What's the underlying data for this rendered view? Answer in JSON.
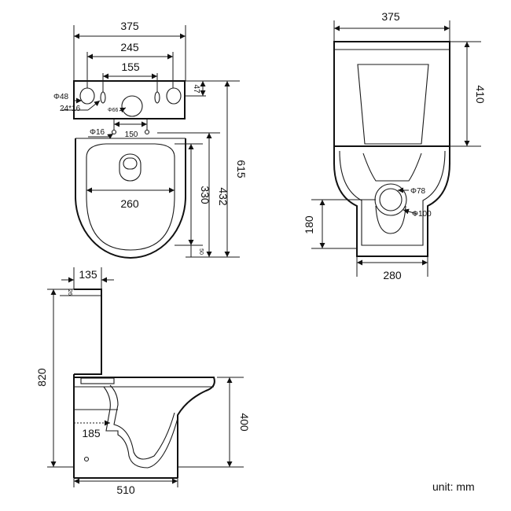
{
  "top_view": {
    "width_375": "375",
    "spacing_245": "245",
    "spacing_155": "155",
    "hole_48": "Φ48",
    "slot_24x16": "24*16",
    "hole_66": "Φ66",
    "depth_47": "47",
    "hole_16": "Φ16",
    "offset_150": "150",
    "length_615": "615",
    "length_432": "432",
    "length_330": "330",
    "offset_50": "50",
    "bowl_width_260": "260"
  },
  "rear_view": {
    "width_375": "375",
    "height_410": "410",
    "outlet_78": "Φ78",
    "outlet_100": "Φ100",
    "height_180": "180",
    "width_280": "280"
  },
  "side_view": {
    "depth_135": "135",
    "offset_26": "26",
    "height_820": "820",
    "height_400": "400",
    "outlet_185": "185",
    "length_510": "510"
  },
  "unit_label": "unit: mm"
}
